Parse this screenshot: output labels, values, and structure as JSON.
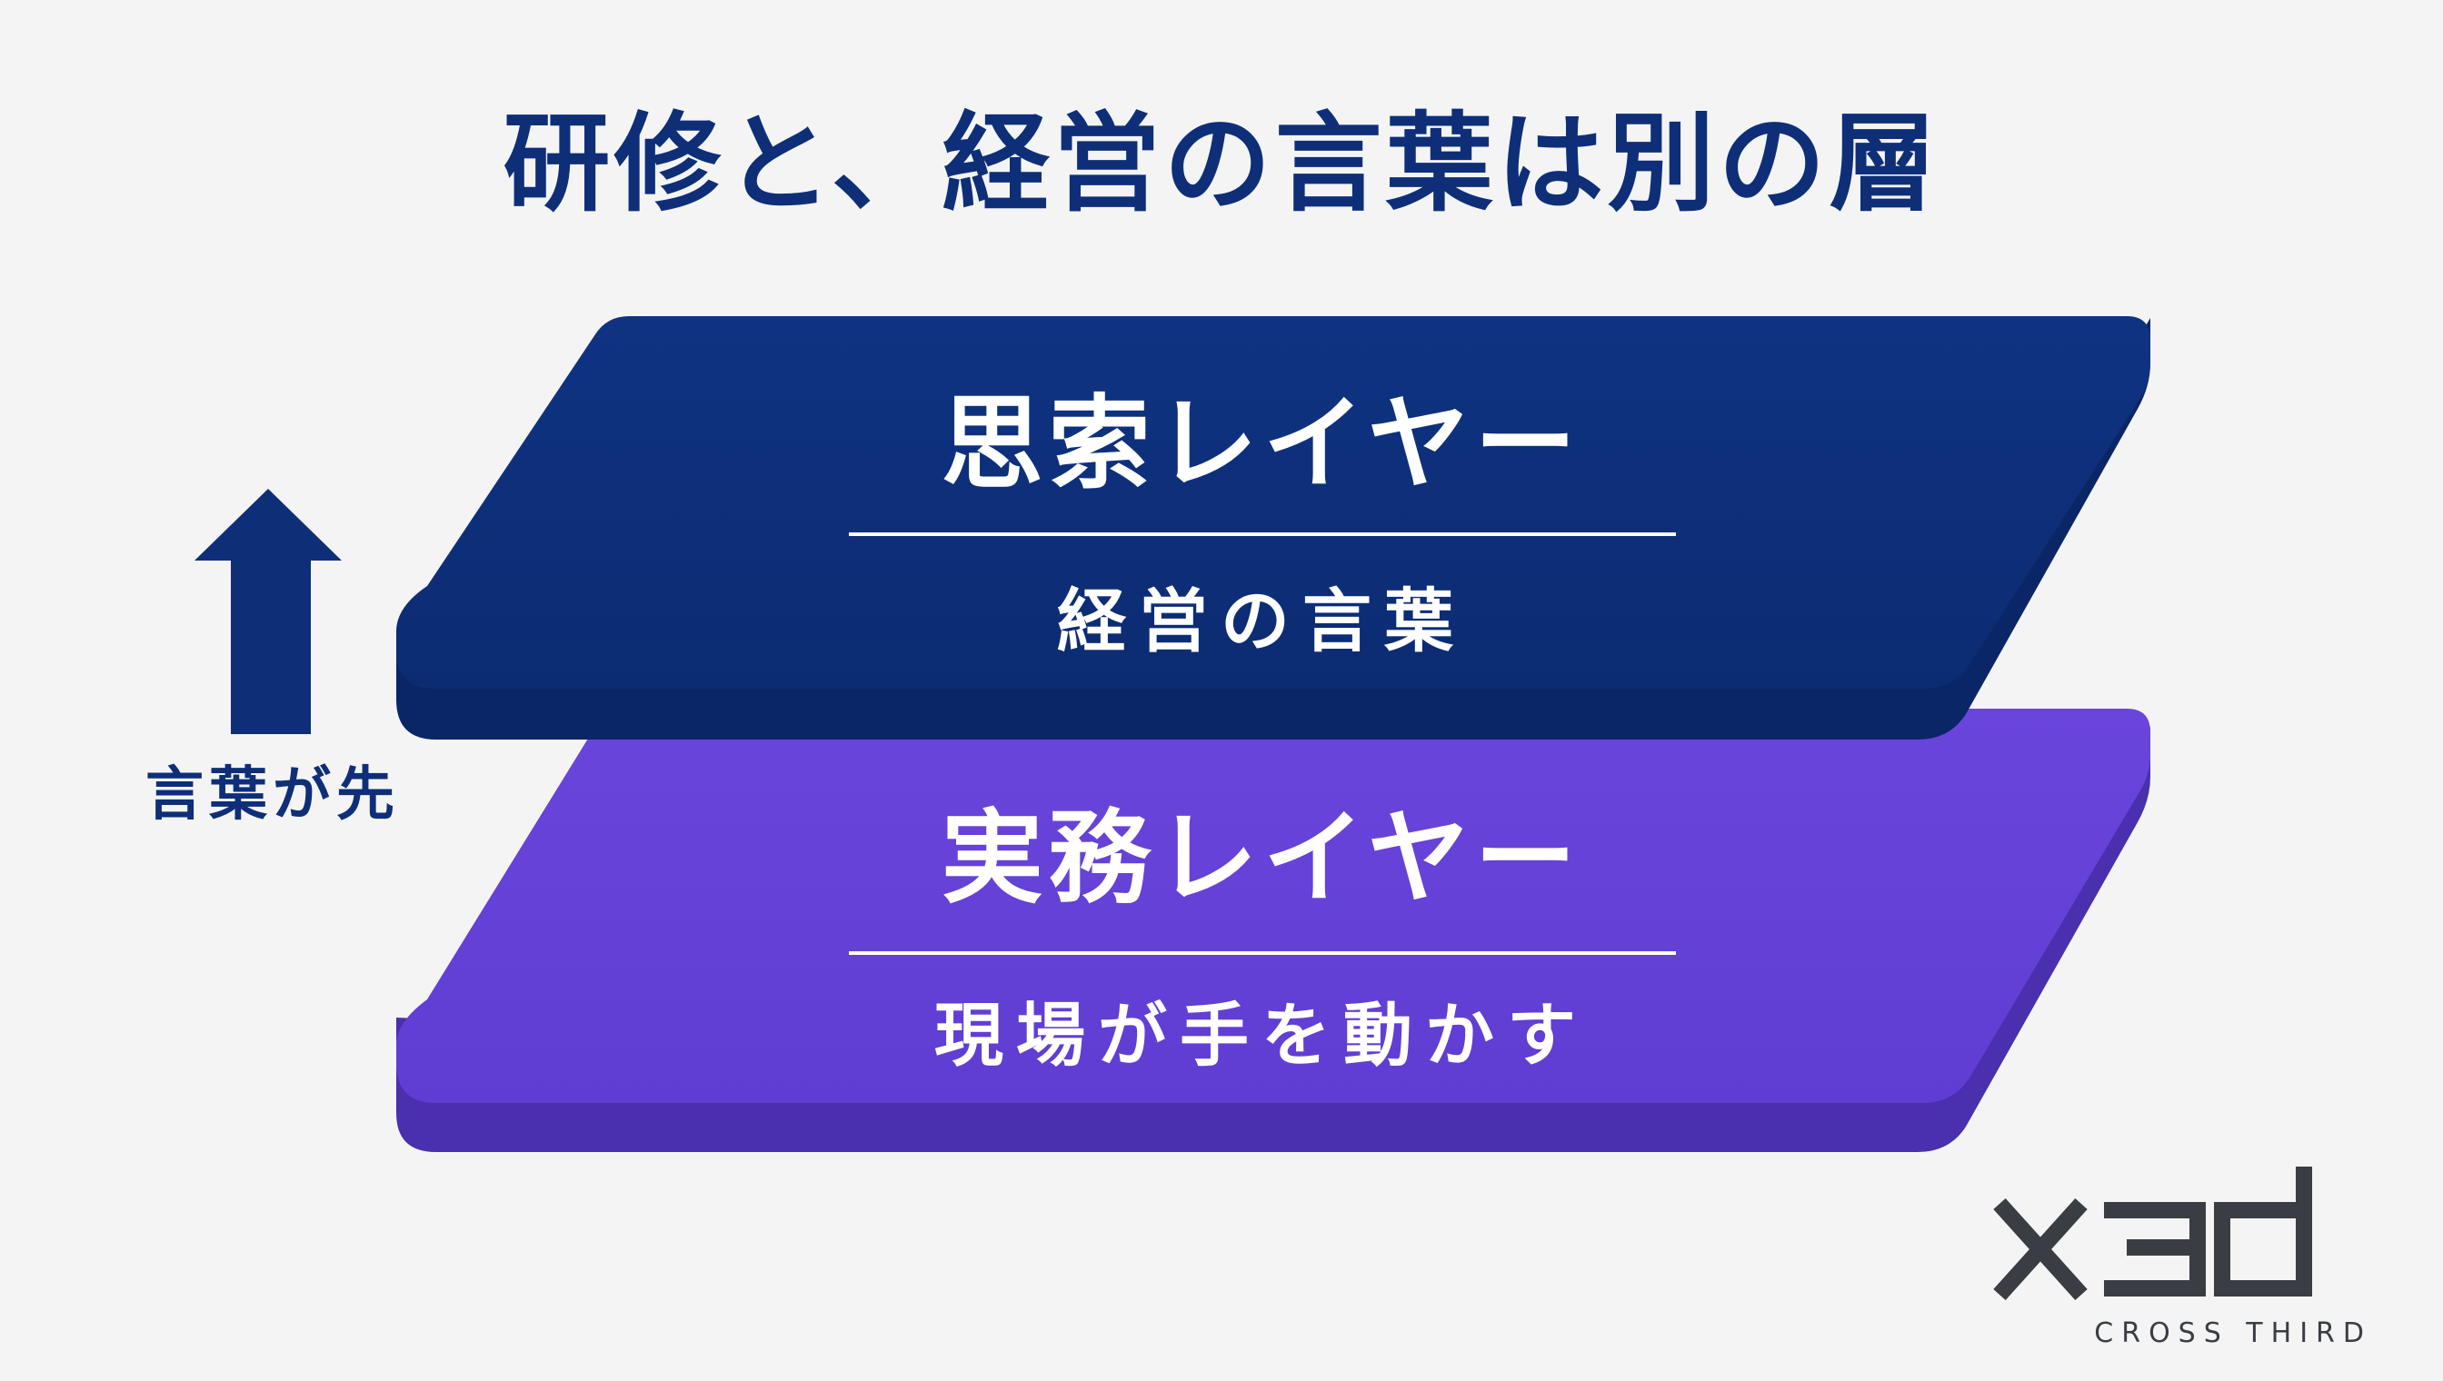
{
  "title": "研修と、経営の言葉は別の層",
  "layers": [
    {
      "name": "思索レイヤー",
      "description": "経営の言葉",
      "color": "#0e2f78"
    },
    {
      "name": "実務レイヤー",
      "description": "現場が手を動かす",
      "color": "#6441d6"
    }
  ],
  "arrow": {
    "label": "言葉が先",
    "direction": "up",
    "color": "#0e2f78"
  },
  "logo": {
    "mark": "x3d",
    "text": "CROSS THIRD",
    "color": "#3a3d44"
  }
}
